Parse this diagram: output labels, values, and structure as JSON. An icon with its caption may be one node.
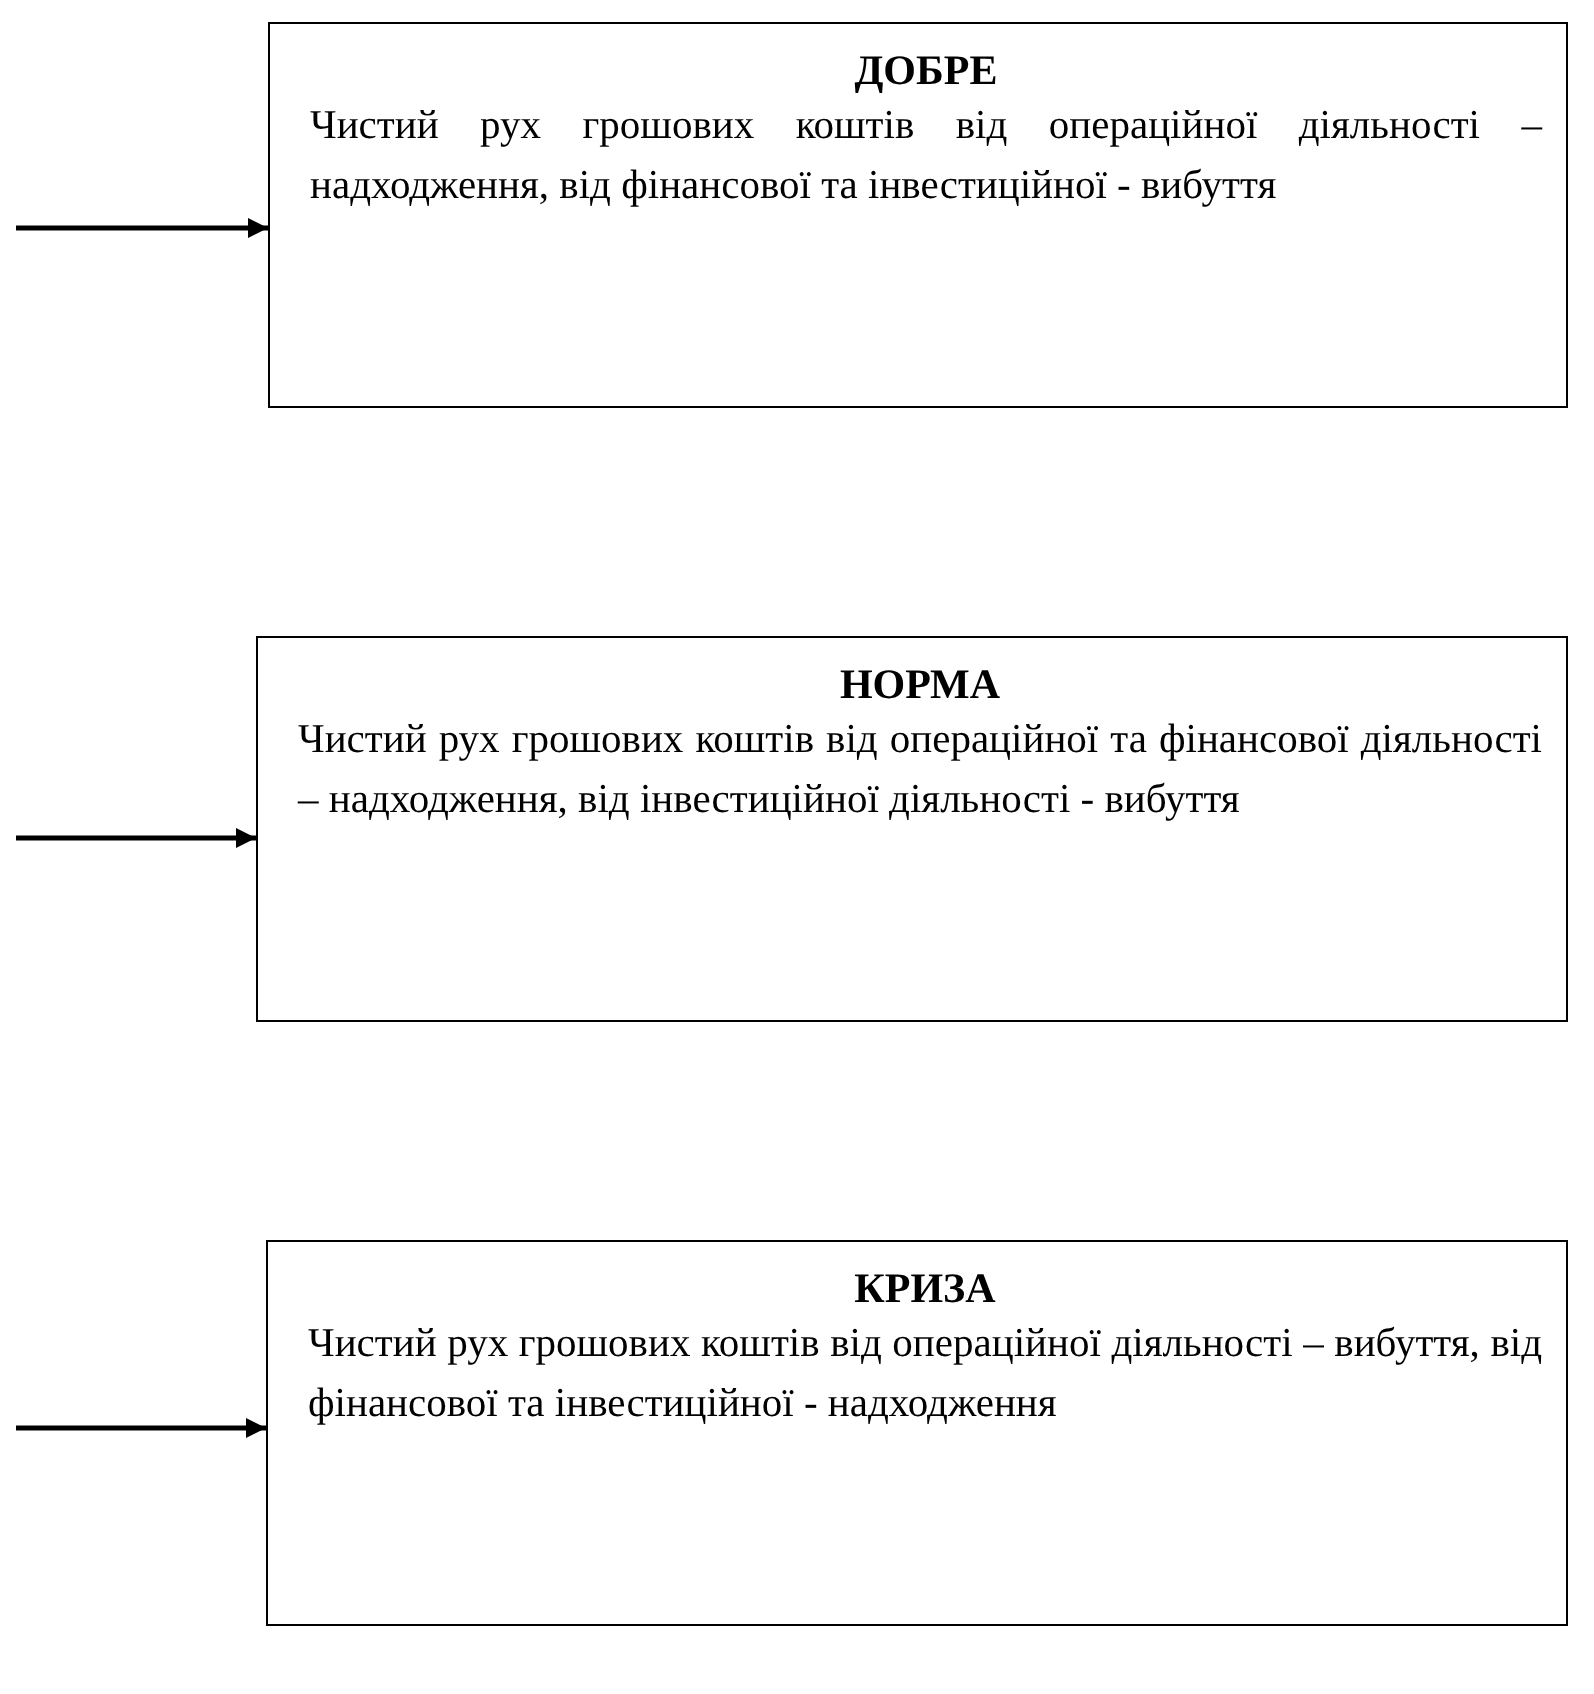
{
  "diagram": {
    "nodes": [
      {
        "text": [
          "ДОБРЕ",
          "Чистий рух грошових коштів від операційної діяльності – надходження, від фінансової та інвестиційної - вибуття"
        ]
      },
      {
        "text": [
          "НОРМА",
          "Чистий рух грошових коштів від операційної та фінансової діяльності – надходження, від інвестиційної діяльності - вибуття"
        ]
      },
      {
        "text": [
          "КРИЗА",
          "Чистий рух грошових коштів від операційної діяльності – вибуття, від фінансової та інвестиційної - надходження"
        ]
      }
    ],
    "edges": [
      {
        "from": null,
        "to": 0,
        "arrow": "to"
      },
      {
        "from": null,
        "to": 1,
        "arrow": "to"
      },
      {
        "from": null,
        "to": 2,
        "arrow": "to"
      }
    ]
  }
}
